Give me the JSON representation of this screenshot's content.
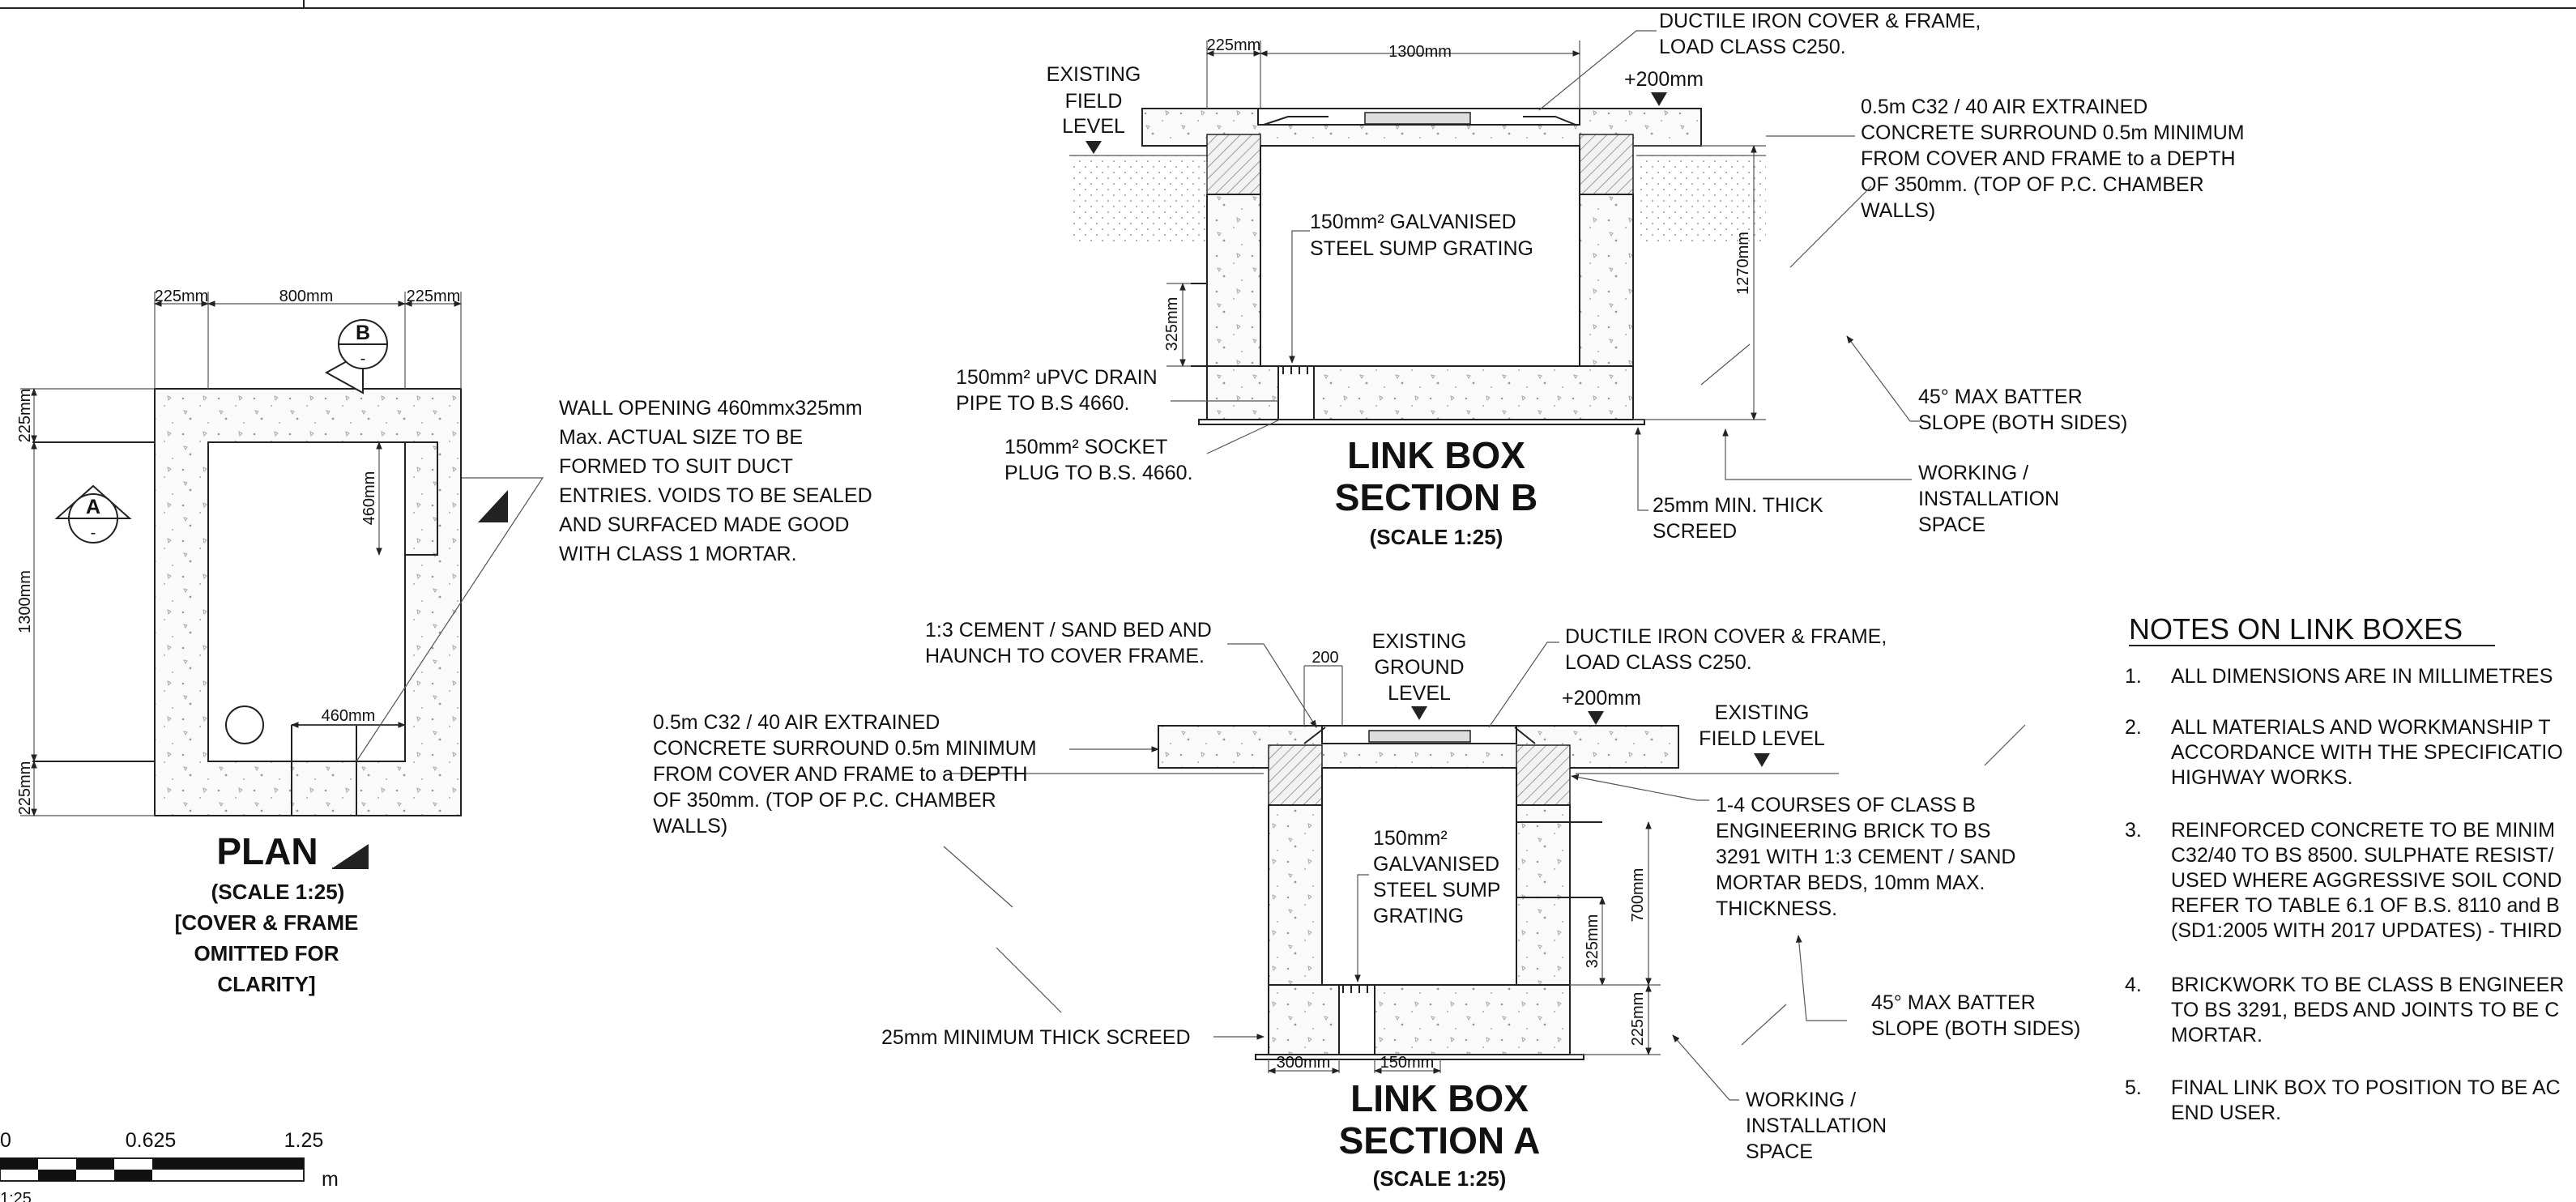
{
  "plan": {
    "title": "PLAN",
    "scale": "(SCALE 1:25)",
    "note_line1": "[COVER & FRAME",
    "note_line2": "OMITTED FOR",
    "note_line3": "CLARITY]",
    "dims": {
      "top_left": "225mm",
      "top_mid": "800mm",
      "top_right": "225mm",
      "left_top": "225mm",
      "left_mid": "1300mm",
      "left_bot": "225mm",
      "opening_h": "460mm",
      "opening_w": "460mm"
    },
    "markers": {
      "a": "A",
      "b": "B"
    },
    "wall_opening_note": [
      "WALL OPENING 460mmx325mm",
      "Max. ACTUAL SIZE TO BE",
      "FORMED TO SUIT DUCT",
      "ENTRIES. VOIDS TO BE SEALED",
      "AND SURFACED MADE GOOD",
      "WITH CLASS 1 MORTAR."
    ]
  },
  "scale_bar": {
    "t0": "0",
    "t1": "0.625",
    "t2": "1.25",
    "unit": "m",
    "ratio": "1:25"
  },
  "section_b": {
    "title1": "LINK BOX",
    "title2": "SECTION B",
    "scale": "(SCALE 1:25)",
    "dims": {
      "w225": "225mm",
      "w1300": "1300mm",
      "d200": "+200mm",
      "h1270": "1270mm",
      "h325": "325mm"
    },
    "existing": [
      "EXISTING",
      "FIELD",
      "LEVEL"
    ],
    "cover": [
      "DUCTILE IRON COVER & FRAME,",
      "LOAD CLASS C250."
    ],
    "concrete": [
      "0.5m C32 / 40 AIR EXTRAINED",
      "CONCRETE SURROUND 0.5m MINIMUM",
      "FROM COVER AND FRAME to a DEPTH",
      "OF 350mm. (TOP OF P.C. CHAMBER",
      "WALLS)"
    ],
    "sump": [
      "150mm² GALVANISED",
      "STEEL SUMP GRATING"
    ],
    "drain": [
      "150mm² uPVC DRAIN",
      "PIPE TO B.S 4660."
    ],
    "socket": [
      "150mm² SOCKET",
      "PLUG TO B.S. 4660."
    ],
    "batter": [
      "45° MAX BATTER",
      "SLOPE (BOTH SIDES)"
    ],
    "working": [
      "WORKING /",
      "INSTALLATION",
      "SPACE"
    ],
    "screed": [
      "25mm MIN. THICK",
      "SCREED"
    ]
  },
  "section_a": {
    "title1": "LINK BOX",
    "title2": "SECTION A",
    "scale": "(SCALE 1:25)",
    "dims": {
      "d200": "200",
      "p200": "+200mm",
      "h700": "700mm",
      "h325": "325mm",
      "h225": "225mm",
      "w300": "300mm",
      "w150": "150mm"
    },
    "bed": [
      "1:3 CEMENT / SAND BED AND",
      "HAUNCH TO COVER FRAME."
    ],
    "ground": [
      "EXISTING",
      "GROUND",
      "LEVEL"
    ],
    "cover": [
      "DUCTILE IRON COVER & FRAME,",
      "LOAD CLASS C250."
    ],
    "field": [
      "EXISTING",
      "FIELD LEVEL"
    ],
    "concrete": [
      "0.5m C32 / 40 AIR EXTRAINED",
      "CONCRETE SURROUND 0.5m MINIMUM",
      "FROM COVER AND FRAME to a DEPTH",
      "OF 350mm. (TOP OF P.C. CHAMBER",
      "WALLS)"
    ],
    "brick": [
      "1-4 COURSES OF CLASS B",
      "ENGINEERING BRICK TO BS",
      "3291 WITH 1:3 CEMENT / SAND",
      "MORTAR BEDS, 10mm MAX.",
      "THICKNESS."
    ],
    "sump": [
      "150mm²",
      "GALVANISED",
      "STEEL SUMP",
      "GRATING"
    ],
    "screed": "25mm MINIMUM THICK SCREED",
    "batter": [
      "45° MAX BATTER",
      "SLOPE (BOTH SIDES)"
    ],
    "working": [
      "WORKING /",
      "INSTALLATION",
      "SPACE"
    ]
  },
  "notes": {
    "heading": "NOTES ON LINK BOXES",
    "items": [
      {
        "num": "1.",
        "lines": [
          "ALL DIMENSIONS ARE IN MILLIMETRES"
        ]
      },
      {
        "num": "2.",
        "lines": [
          "ALL MATERIALS AND WORKMANSHIP T",
          "ACCORDANCE WITH THE SPECIFICATIO",
          "HIGHWAY WORKS."
        ]
      },
      {
        "num": "3.",
        "lines": [
          "REINFORCED CONCRETE TO BE MINIM",
          "C32/40 TO BS 8500. SULPHATE RESIST/",
          "USED WHERE AGGRESSIVE SOIL COND",
          "REFER TO TABLE 6.1 OF B.S. 8110 and B",
          "(SD1:2005 WITH 2017 UPDATES) - THIRD"
        ]
      },
      {
        "num": "4.",
        "lines": [
          "BRICKWORK TO BE CLASS B ENGINEER",
          "TO BS 3291, BEDS AND JOINTS TO BE C",
          "MORTAR."
        ]
      },
      {
        "num": "5.",
        "lines": [
          "FINAL LINK BOX TO POSITION TO BE AC",
          "END USER."
        ]
      }
    ]
  }
}
